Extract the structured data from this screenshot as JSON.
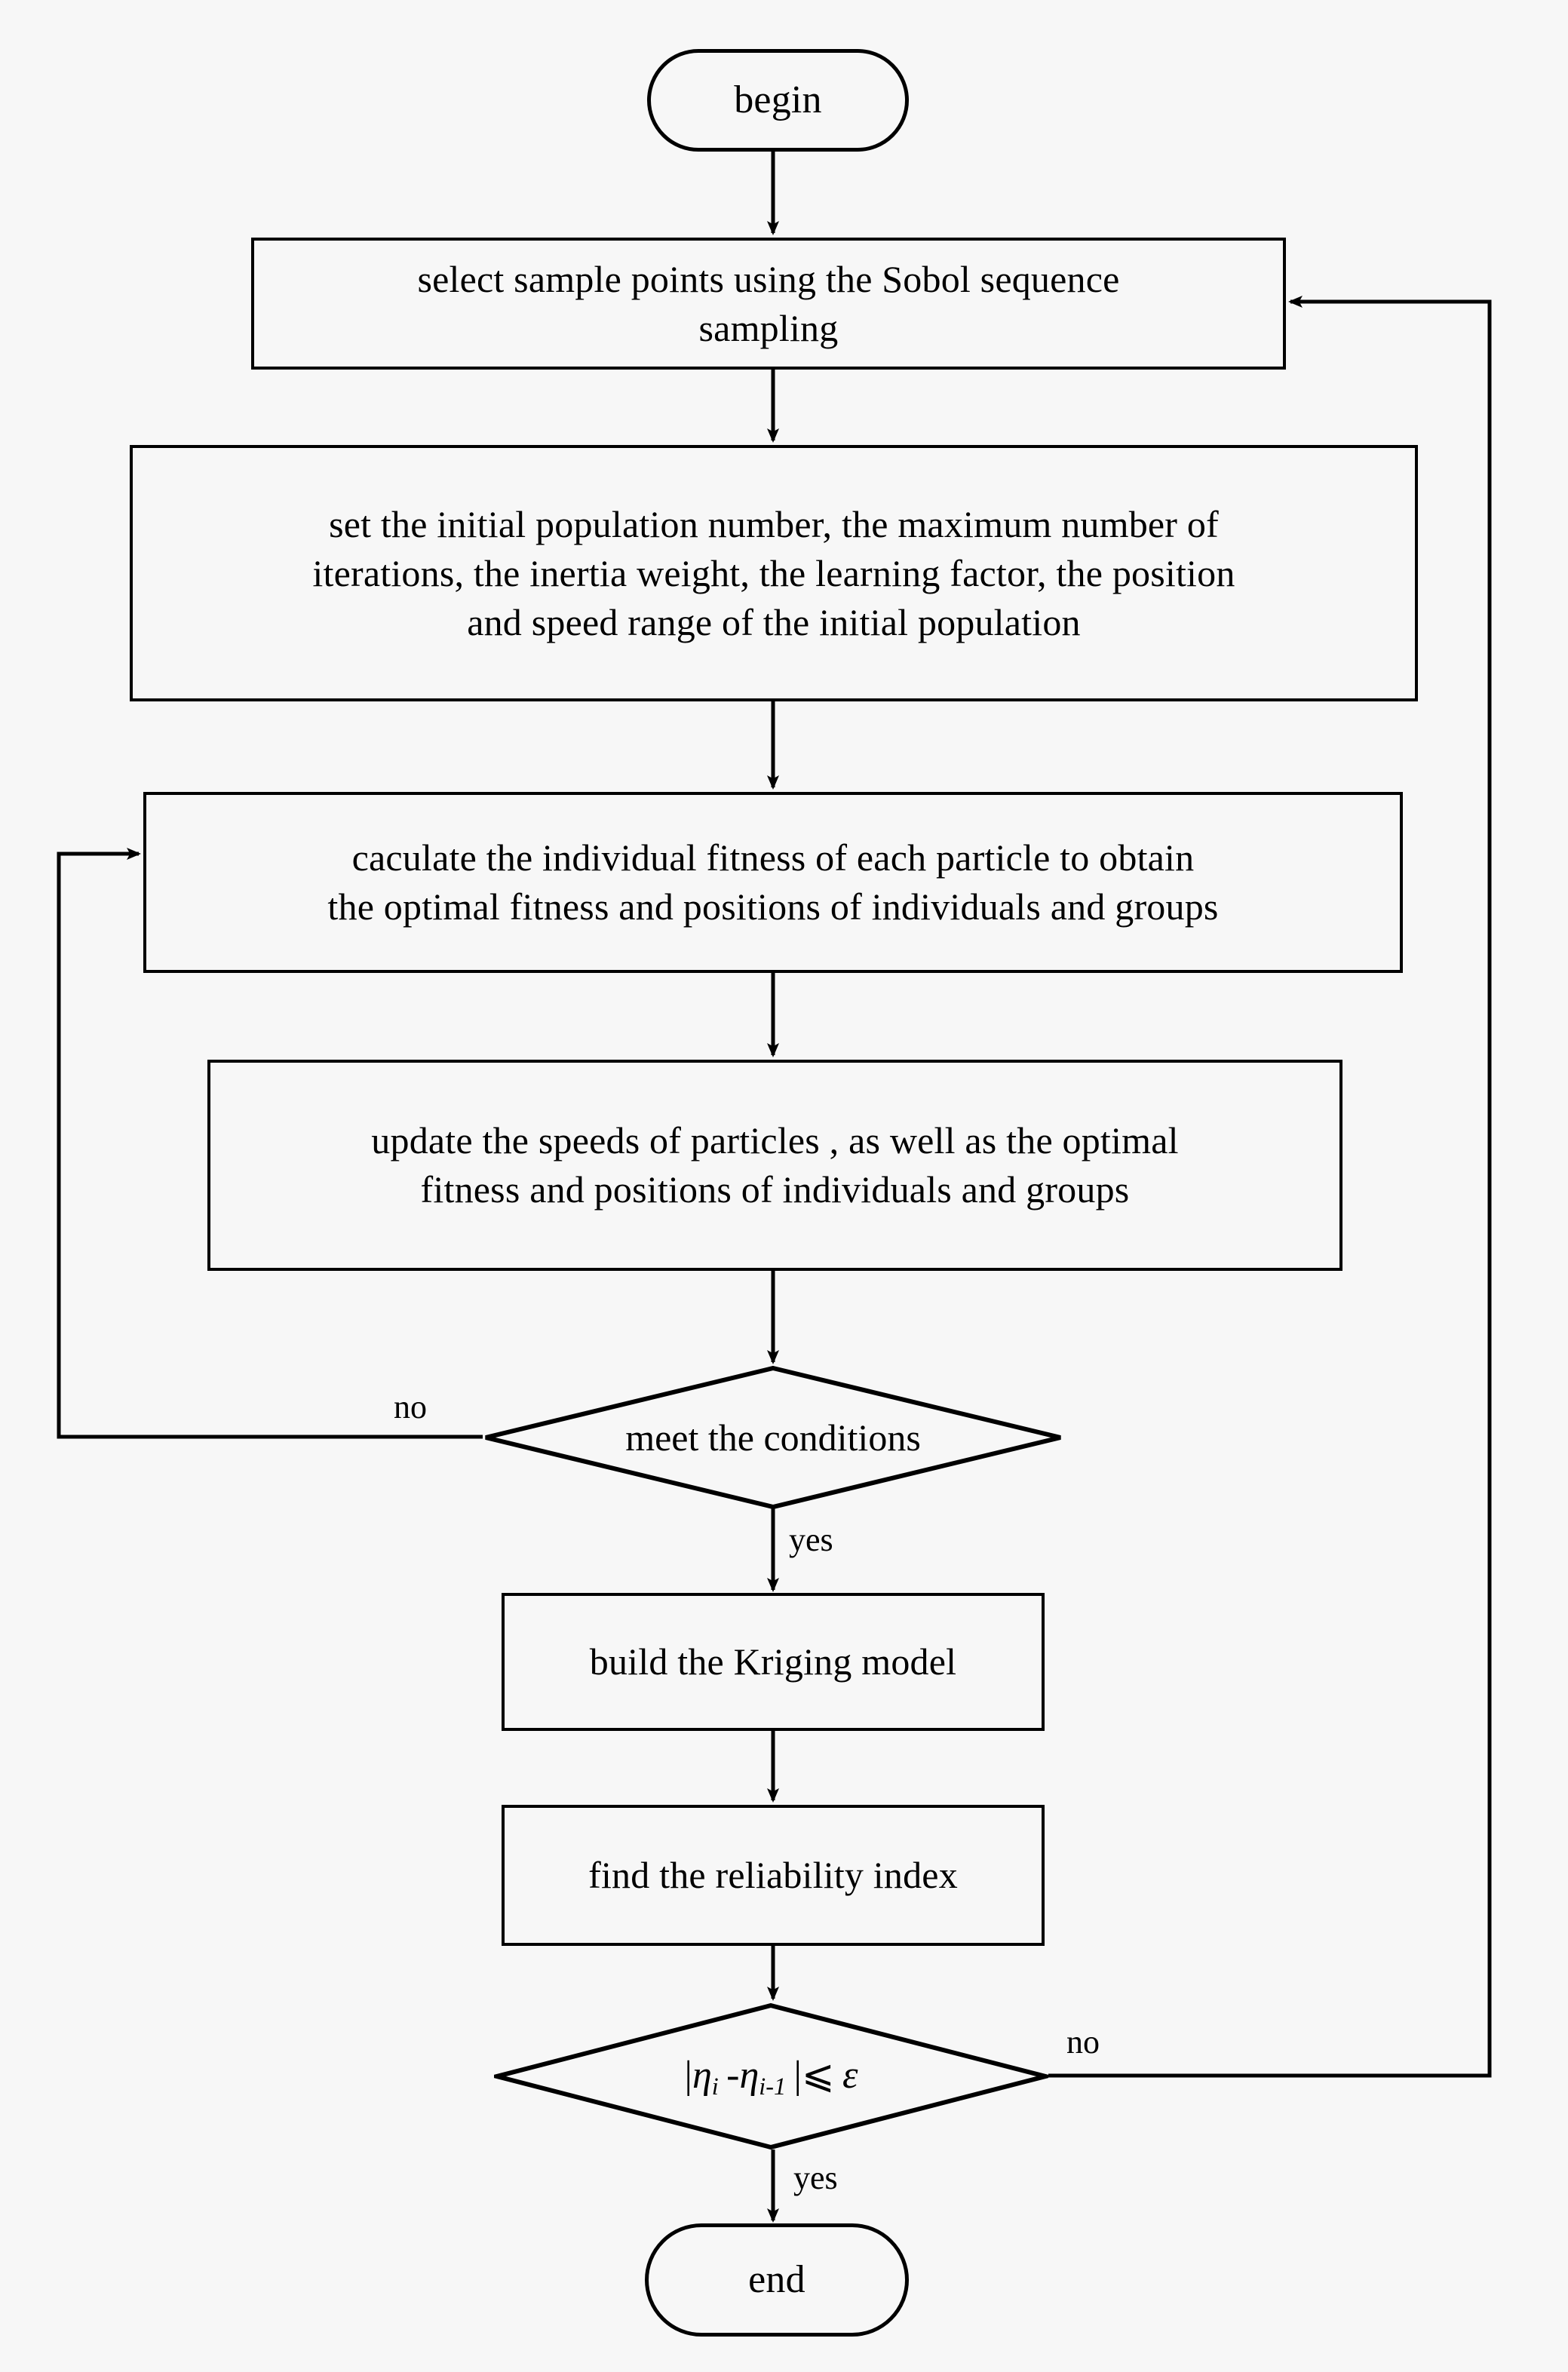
{
  "diagram": {
    "title": "Kriging-PSO reliability analysis flowchart",
    "background_color": "#f7f7f7",
    "stroke_color": "#000000",
    "nodes": {
      "begin": {
        "label": "begin",
        "shape": "terminator"
      },
      "sobol": {
        "label": "select  sample points  using  the  Sobol sequence\nsampling",
        "shape": "process"
      },
      "init_params": {
        "label": "set the initial population number, the maximum number of\niterations, the inertia weight, the  learning factor, the  position\nand speed  range of the initial population",
        "shape": "process"
      },
      "calc_fitness": {
        "label": "caculate  the individual fitness of each particle  to obtain\nthe optimal fitness and positions of individuals and groups",
        "shape": "process"
      },
      "update_speed": {
        "label": "update the speeds of particles , as well as the optimal\nfitness and positions  of individuals and groups",
        "shape": "process"
      },
      "meet_conditions": {
        "label": "meet the conditions",
        "shape": "decision"
      },
      "build_kriging": {
        "label": "build the Kriging model",
        "shape": "process"
      },
      "find_index": {
        "label": "find the reliability index",
        "shape": "process"
      },
      "converged": {
        "shape": "decision",
        "formula_plain": "|ηi -ηi-1 |⩽ ε",
        "formula_parts": {
          "open_bar": "|",
          "eta1": "η",
          "sub1": "i",
          "minus": "-",
          "eta2": "η",
          "sub2": "i-1",
          "close_bar": "|",
          "leq": "⩽",
          "epsilon": "ε"
        }
      },
      "end": {
        "label": "end",
        "shape": "terminator"
      }
    },
    "edge_labels": {
      "meet_no": "no",
      "meet_yes": "yes",
      "converged_no": "no",
      "converged_yes": "yes"
    }
  }
}
